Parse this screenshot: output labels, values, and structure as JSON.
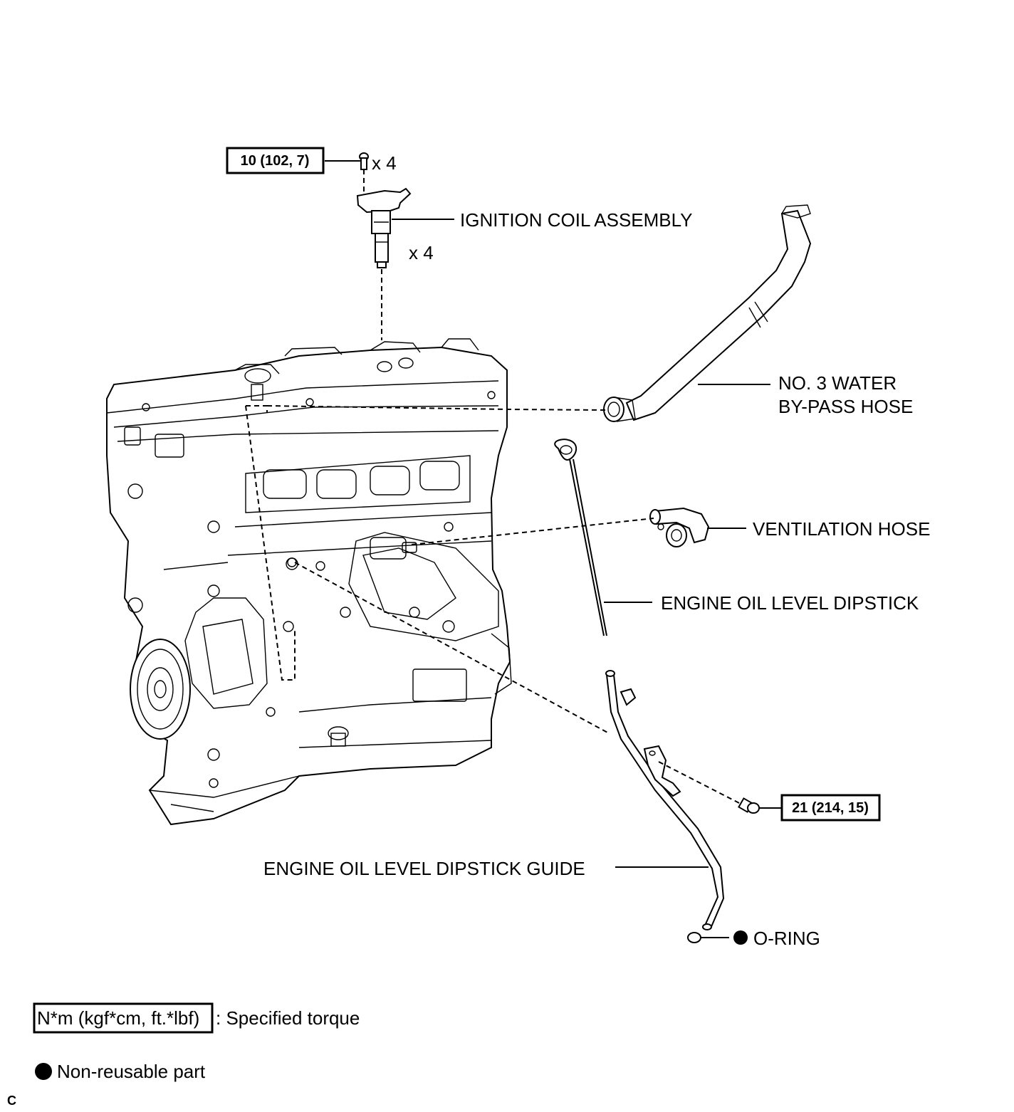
{
  "labels": {
    "ignition_coil": "IGNITION COIL ASSEMBLY",
    "water_hose_line1": "NO. 3 WATER",
    "water_hose_line2": "BY-PASS HOSE",
    "ventilation_hose": "VENTILATION HOSE",
    "dipstick": "ENGINE OIL LEVEL DIPSTICK",
    "dipstick_guide": "ENGINE OIL LEVEL DIPSTICK GUIDE",
    "o_ring": "O-RING"
  },
  "quantities": {
    "bolt_qty": "x 4",
    "coil_qty": "x 4"
  },
  "torques": {
    "coil_bolt": "10 (102, 7)",
    "guide_bolt": "21 (214, 15)"
  },
  "legend": {
    "torque_box": "N*m (kgf*cm, ft.*lbf)",
    "torque_desc": ": Specified torque",
    "nonreusable_desc": "Non-reusable part"
  },
  "corner_mark": "C"
}
